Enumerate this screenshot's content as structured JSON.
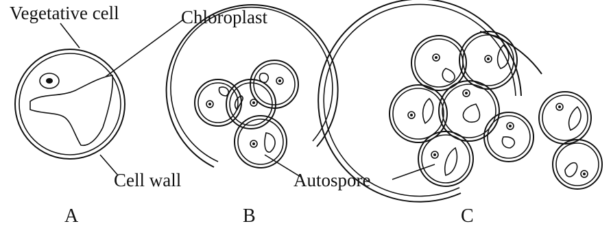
{
  "labels": {
    "vegetative_cell": "Vegetative cell",
    "chloroplast": "Chloroplast",
    "cell_wall": "Cell wall",
    "autospore": "Autospore"
  },
  "panels": {
    "a": "A",
    "b": "B",
    "c": "C"
  }
}
